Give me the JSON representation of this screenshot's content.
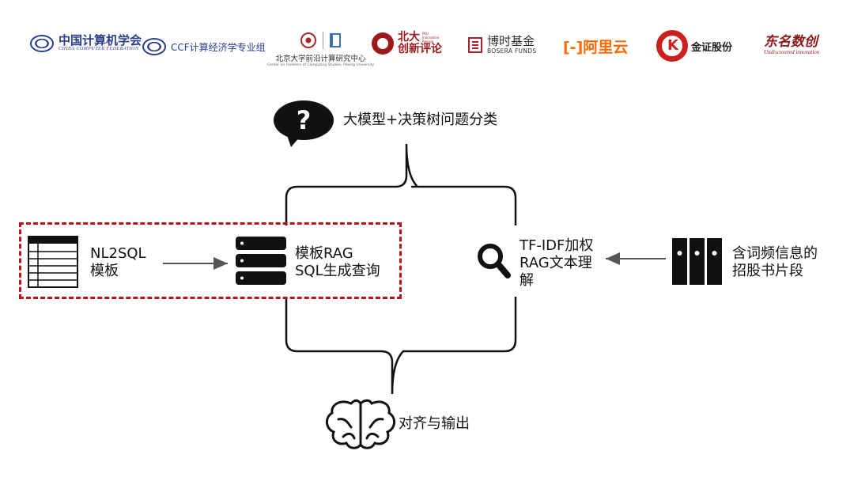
{
  "colors": {
    "dashed_box": "#c0101c",
    "icon": "#111111",
    "ccf_blue": "#2a3e8c",
    "aliyun_orange": "#ff6a00",
    "brand_red": "#9b1b1b"
  },
  "logos": {
    "ccf": {
      "name": "中国计算机学会",
      "subtitle": "CHINA COMPUTER FEDERATION",
      "icon": "ccf-emblem-icon"
    },
    "ccf_econ": {
      "name": "CCF计算经济学专业组",
      "icon": "ccf-emblem-icon"
    },
    "pku_center": {
      "name": "北京大学前沿计算研究中心",
      "subtitle": "Center on Frontiers of Computing Studies, Peking University",
      "icon": "pku-seal-icon"
    },
    "pku_review": {
      "name_line1": "北大",
      "name_line2": "创新评论",
      "english": [
        "PKU",
        "Innovation",
        "Review"
      ],
      "icon": "pku-seal-icon"
    },
    "bosera": {
      "name": "博时基金",
      "english": "BOSERA FUNDS",
      "icon": "bosera-icon"
    },
    "aliyun": {
      "name": "[-]阿里云",
      "icon": "aliyun-icon"
    },
    "jinzheng": {
      "name": "金证股份",
      "icon": "jinzheng-ring-icon"
    },
    "dongming": {
      "name": "东名数创",
      "english": "Undiscovered innovation"
    }
  },
  "diagram": {
    "top_node": {
      "label": "大模型+决策树问题分类",
      "icon": "question-speech-bubble-icon"
    },
    "nl2sql": {
      "lines": [
        "NL2SQL",
        "模板"
      ],
      "icon": "table-icon"
    },
    "template_rag": {
      "lines": [
        "模板RAG",
        "SQL生成查询"
      ],
      "icon": "server-stack-icon"
    },
    "tfidf": {
      "lines": [
        "TF-IDF加权",
        "RAG文本理",
        "解"
      ],
      "icon": "magnifier-icon"
    },
    "prospectus": {
      "lines": [
        "含词频信息的",
        "招股书片段"
      ],
      "icon": "binders-icon"
    },
    "bottom_node": {
      "label": "对齐与输出",
      "icon": "brain-icon"
    }
  }
}
